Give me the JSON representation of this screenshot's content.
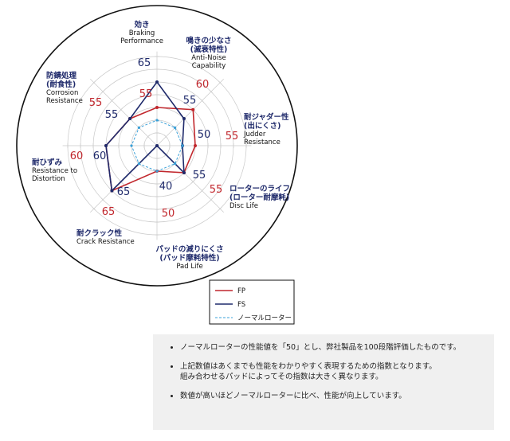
{
  "chart_data": {
    "type": "radar",
    "range": [
      40,
      70
    ],
    "axes": [
      {
        "lines_strong": [
          "効き"
        ],
        "lines": [
          "Braking",
          "Performance"
        ]
      },
      {
        "lines_strong": [
          "鳴きの少なさ",
          "(滅衰特性)"
        ],
        "lines": [
          "Anti-Noise",
          "Capability"
        ]
      },
      {
        "lines_strong": [
          "耐ジャダー性",
          "(出にくさ)"
        ],
        "lines": [
          "Judder",
          "Resistance"
        ]
      },
      {
        "lines_strong": [
          "ローターのライフ",
          "(ローター耐摩耗)"
        ],
        "lines": [
          "Disc Life"
        ]
      },
      {
        "lines_strong": [
          "パッドの減りにくさ",
          "(パッド摩耗特性)"
        ],
        "lines": [
          "Pad Life"
        ]
      },
      {
        "lines_strong": [
          "耐クラック性"
        ],
        "lines": [
          "Crack Resistance"
        ]
      },
      {
        "lines_strong": [
          "耐ひずみ"
        ],
        "lines": [
          "Resistance to",
          "Distortion"
        ]
      },
      {
        "lines_strong": [
          "防錆処理",
          "(耐食性)"
        ],
        "lines": [
          "Corrosion",
          "Resistance"
        ]
      }
    ],
    "series": [
      {
        "name": "FP",
        "color": "#c1272d",
        "style": "solid",
        "values": [
          55,
          60,
          55,
          55,
          50,
          65,
          60,
          55
        ]
      },
      {
        "name": "FS",
        "color": "#1f2a6b",
        "style": "solid",
        "values": [
          65,
          55,
          50,
          55,
          40,
          65,
          60,
          55
        ]
      },
      {
        "name": "ノーマルローター",
        "color": "#3aa0d8",
        "style": "dashed",
        "values": [
          50,
          50,
          50,
          50,
          50,
          50,
          50,
          50
        ]
      }
    ],
    "value_labels": {
      "FP": [
        "55",
        "60",
        "55",
        "55",
        "50",
        "65",
        "60",
        "55"
      ],
      "FS": [
        "65",
        "55",
        "50",
        "55",
        "40",
        "65",
        "60",
        "55"
      ]
    }
  },
  "notes": [
    [
      "ノーマルローターの性能値を「50」とし、弊社製品を100段階評価したものです。"
    ],
    [
      "上記数値はあくまでも性能をわかりやすく表現するための指数となります。",
      "組み合わせるパッドによってその指数は大きく異なります。"
    ],
    [
      "数値が高いほどノーマルローターに比べ、性能が向上しています。"
    ]
  ]
}
